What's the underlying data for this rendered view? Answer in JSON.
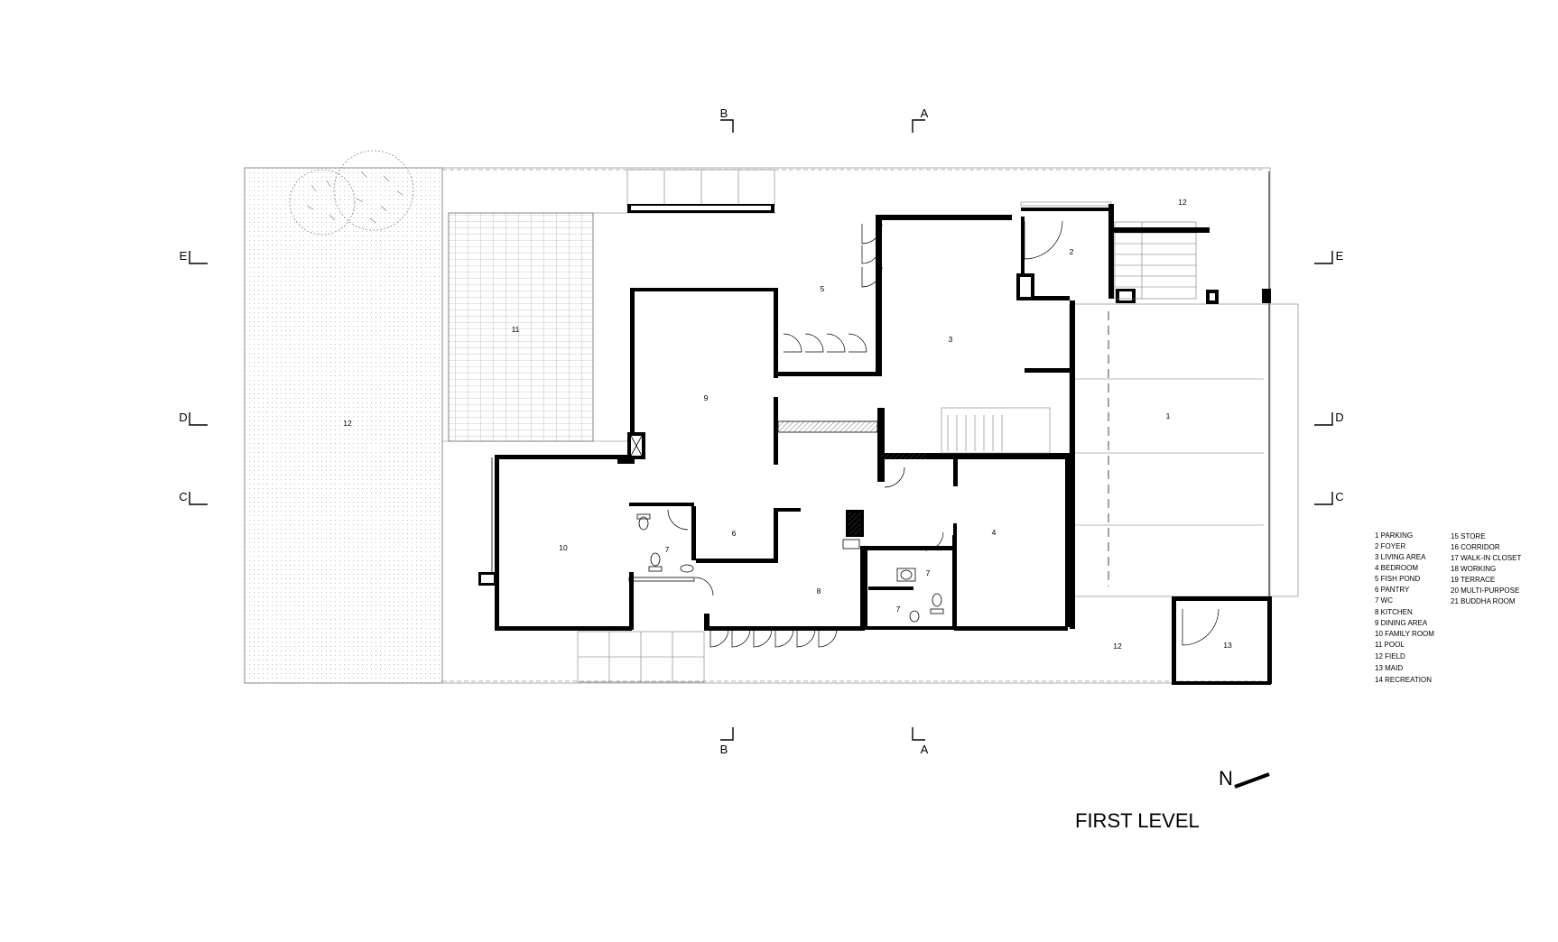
{
  "title": "FIRST LEVEL",
  "north_label": "N",
  "section_markers": {
    "top_b": "B",
    "top_a": "A",
    "bottom_b": "B",
    "bottom_a": "A",
    "left_e": "E",
    "left_d": "D",
    "left_c": "C",
    "right_e": "E",
    "right_d": "D",
    "right_c": "C"
  },
  "room_numbers": {
    "field_left": "12",
    "pool": "11",
    "fish_pond": "5",
    "living_area": "3",
    "foyer": "2",
    "field_top_right": "12",
    "parking": "1",
    "dining_area": "9",
    "family_room": "10",
    "wc_left": "7",
    "pantry": "6",
    "kitchen": "8",
    "wc_mid_upper": "7",
    "wc_mid_lower": "7",
    "bedroom": "4",
    "field_bottom_right": "12",
    "maid": "13"
  },
  "legend": {
    "col1": [
      "1 PARKING",
      "2 FOYER",
      "3 LIVING AREA",
      "4 BEDROOM",
      "5 FISH POND",
      "6 PANTRY",
      "7 WC",
      "8 KITCHEN",
      "9 DINING AREA",
      "10 FAMILY ROOM",
      "11 POOL",
      "12 FIELD",
      "13 MAID",
      "14 RECREATION"
    ],
    "col2": [
      "15 STORE",
      "16 CORRIDOR",
      "17 WALK-IN CLOSET",
      "18 WORKING",
      "19 TERRACE",
      "20 MULTI-PURPOSE",
      "21 BUDDHA ROOM"
    ]
  }
}
